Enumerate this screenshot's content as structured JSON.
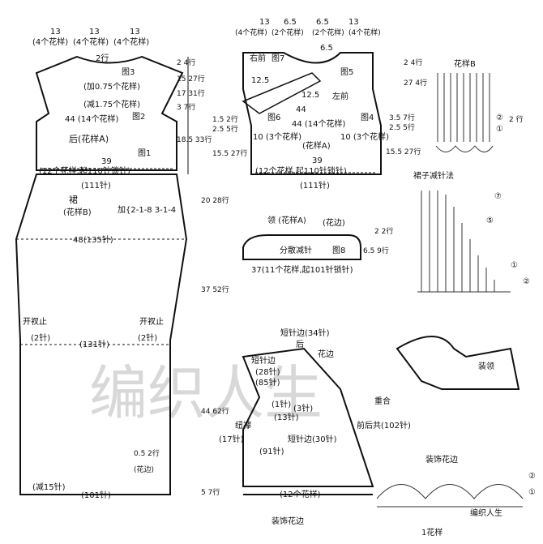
{
  "watermark": "编织人生",
  "footer_brand": "编织人生",
  "top_back": {
    "dims": [
      "13",
      "13",
      "13"
    ],
    "counts": [
      "(4个花样)",
      "(4个花样)",
      "(4个花样)"
    ],
    "neck": "2行",
    "fig3": "图3",
    "inc": "(加0.75个花样)",
    "dec": "(减1.75个花样)",
    "fig2": "图2",
    "bust": "44 (14个花样)",
    "back": "后(花样A)",
    "fig1": "图1",
    "waist_w": "39",
    "waist_c": "(12个花样,起110针锁针)",
    "waist_st": "(111针)"
  },
  "left_rows": [
    "2 4行",
    "15 27行",
    "17 31行",
    "3 7行",
    "1.5 2行",
    "2.5 5行",
    "18.5 33行",
    "15.5 27行"
  ],
  "skirt": {
    "title": "裙",
    "pattern": "(花样B)",
    "inc": "加{2-1-8 3-1-4",
    "width": "48(135针)",
    "rows_a": "20 28行",
    "rows_b": "37 52行",
    "rows_c": "44 62行",
    "slit_l": "开衩止",
    "slit_r": "开衩止",
    "slit_st_l": "(2针)",
    "slit_st_r": "(2针)",
    "mid": "(131针)",
    "bottom": "(101针)",
    "dec": "(减15针)",
    "edge_rows": "0.5 2行",
    "edge": "(花边)",
    "rows_d": "5 7行"
  },
  "front": {
    "dims": [
      "13",
      "6.5",
      "6.5",
      "13"
    ],
    "counts": [
      "(4个花样)",
      "(2个花样)",
      "(2个花样)",
      "(4个花样)"
    ],
    "right": "右前",
    "left": "左前",
    "fig7": "图7",
    "fig5": "图5",
    "fig6": "图6",
    "fig4": "图4",
    "d12": "12.5",
    "d12b": "12.5",
    "d65": "6.5",
    "w44": "44",
    "bust": "44 (14个花样)",
    "side_l": "10 (3个花样)",
    "side_r": "10 (3个花样)",
    "pattern": "(花样A)",
    "waist_w": "39",
    "waist_c": "(12个花样,起110针锁针)",
    "waist_st": "(111针)",
    "r_rows": [
      "2 4行",
      "27 4行",
      "3.5 7行",
      "2.5 5行",
      "15.5 27行"
    ]
  },
  "collar": {
    "title": "领 (花样A)",
    "edge": "(花边)",
    "dec": "分散减针",
    "fig8": "图8",
    "rows": "2 2行",
    "h": "6.5 9行",
    "width": "37(11个花样,起101针锁针)"
  },
  "sample_b": {
    "title": "花样B",
    "r2": "②",
    "r1": "①",
    "rows": "2 行"
  },
  "skirt_dec": {
    "title": "裙子减针法",
    "c7": "⑦",
    "c5": "⑤",
    "c1": "①",
    "c2": "②"
  },
  "assembly": {
    "short_edge": "短针边(34针)",
    "after": "后",
    "edge": "花边",
    "sedge2": "短针边",
    "s28": "(28针)",
    "s85": "(85针)",
    "s1": "(1针)",
    "s3": "(3针)",
    "s13": "(13针)",
    "overlap": "重合",
    "button": "纽襻",
    "s17": "(17针)",
    "sedge3": "短针边(30针)",
    "s91": "(91针)",
    "front_back": "前后共(102针)",
    "band": "(12个花样)",
    "deco": "装饰花边",
    "collar_on": "装领"
  },
  "deco_edge": {
    "title": "装饰花边",
    "unit": "1花样",
    "c2": "②",
    "c1": "①"
  }
}
